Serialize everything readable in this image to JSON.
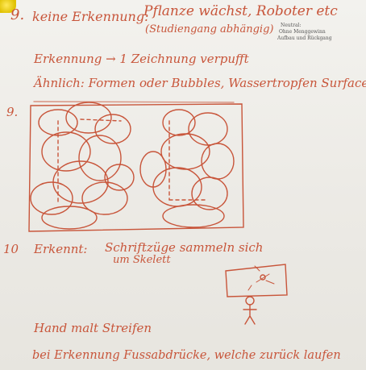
{
  "lines": {
    "l1_num": "9.",
    "l1_label": "keine Erkennung:",
    "l1_text": "Pflanze wächst, Roboter etc",
    "l1_sub": "(Studiengang abhängig)",
    "l1_note1": "Neutral:",
    "l1_note2": "Ohne Menggewinn",
    "l1_note3": "Aufbau und Rückgang",
    "l2": "Erkennung → 1 Zeichnung verpufft",
    "l3": "Ähnlich: Formen oder Bubbles, Wassertropfen Surface"
  },
  "figure9": {
    "num": "9."
  },
  "section10": {
    "num": "10",
    "label": "Erkennt:",
    "text1": "Schriftzüge sammeln sich",
    "text2": "um Skelett"
  },
  "bottom": {
    "line1": "Hand malt Streifen",
    "line2": "bei Erkennung Fussabdrücke, welche zurück laufen"
  },
  "colors": {
    "ink": "#c8553a",
    "paper": "#efede8"
  }
}
